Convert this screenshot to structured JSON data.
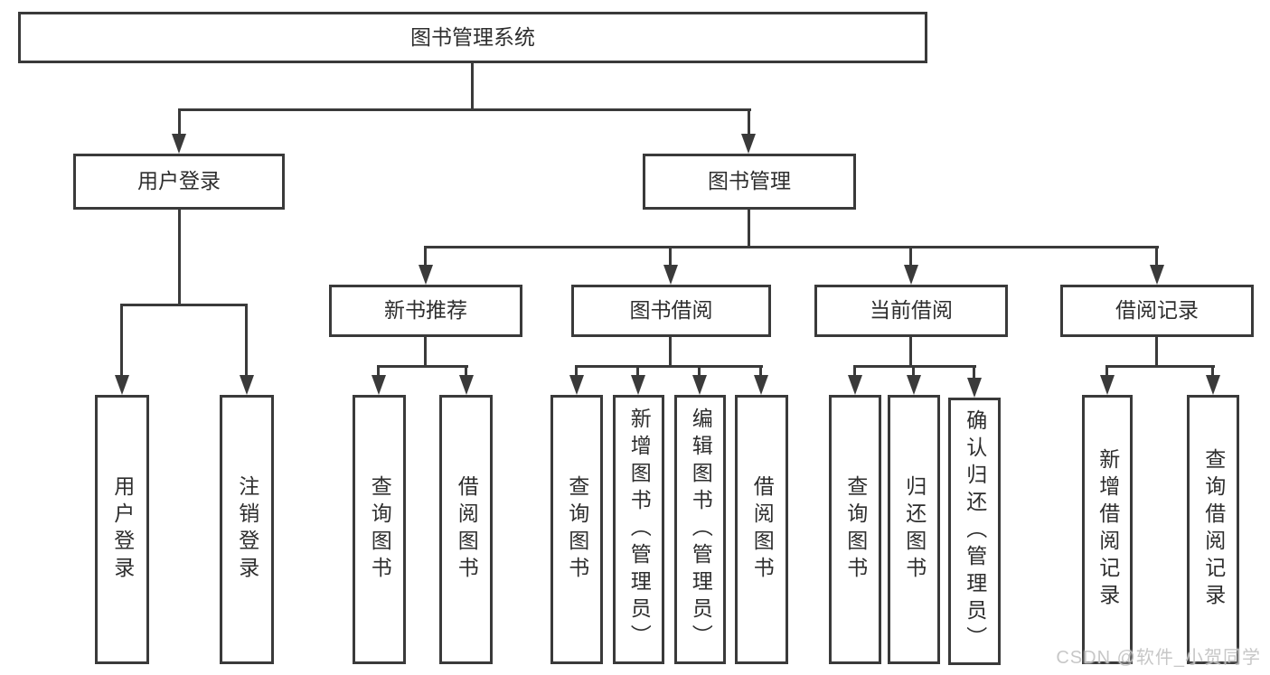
{
  "tree": {
    "root": {
      "label": "图书管理系统"
    },
    "branches": [
      {
        "label": "用户登录",
        "children": [
          {
            "label": "用户登录"
          },
          {
            "label": "注销登录"
          }
        ]
      },
      {
        "label": "图书管理",
        "children": [
          {
            "label": "新书推荐",
            "children": [
              {
                "label": "查询图书"
              },
              {
                "label": "借阅图书"
              }
            ]
          },
          {
            "label": "图书借阅",
            "children": [
              {
                "label": "查询图书"
              },
              {
                "label": "新增图书（管理员）"
              },
              {
                "label": "编辑图书（管理员）"
              },
              {
                "label": "借阅图书"
              }
            ]
          },
          {
            "label": "当前借阅",
            "children": [
              {
                "label": "查询图书"
              },
              {
                "label": "归还图书"
              },
              {
                "label": "确认归还（管理员）"
              }
            ]
          },
          {
            "label": "借阅记录",
            "children": [
              {
                "label": "新增借阅记录"
              },
              {
                "label": "查询借阅记录"
              }
            ]
          }
        ]
      }
    ]
  },
  "watermark": {
    "text": "CSDN @软件_小贺同学"
  },
  "colors": {
    "line": "#3a3a3a",
    "text": "#2e2e2e",
    "bg": "#ffffff",
    "wm": "#c3c3c3"
  }
}
